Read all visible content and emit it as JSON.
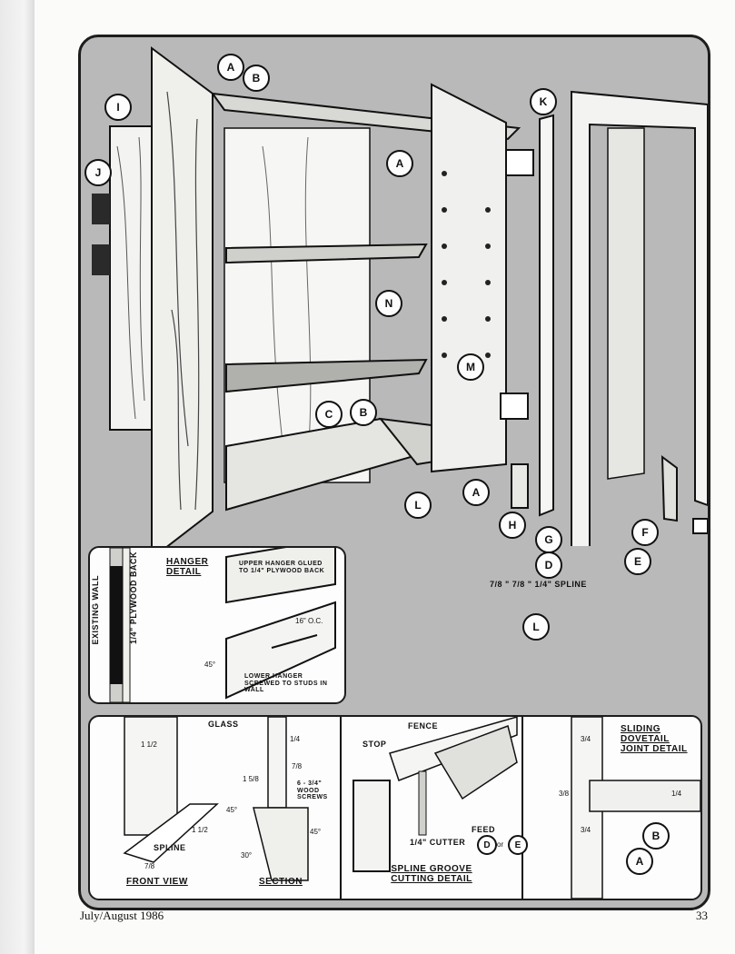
{
  "footer": {
    "issue": "July/August 1986",
    "page_number": "33"
  },
  "callouts": {
    "a": "A",
    "b": "B",
    "i": "I",
    "j": "J",
    "k": "K",
    "n": "N",
    "m": "M",
    "c": "C",
    "b2": "B",
    "l": "L",
    "a2": "A",
    "h": "H",
    "g": "G",
    "d": "D",
    "f": "F",
    "e": "E",
    "l2": "L",
    "a3": "A",
    "b3": "B",
    "de_d": "D",
    "de_or": "or",
    "de_e": "E"
  },
  "hanger": {
    "existing_wall": "EXISTING WALL",
    "plywood": "1/4\" PLYWOOD BACK",
    "title": "HANGER DETAIL",
    "upper": "UPPER HANGER GLUED TO 1/4\" PLYWOOD BACK",
    "oc": "16\" O.C.",
    "angle": "45°",
    "lower": "LOWER HANGER SCREWED TO STUDS IN WALL"
  },
  "spline_label": "7/8 \" 7/8 \" 1/4\" SPLINE",
  "front_view": {
    "dim_top": "1 1/2",
    "dim_side": "1 1/2",
    "spline": "SPLINE",
    "dim_bottom": "7/8",
    "title": "FRONT VIEW"
  },
  "section": {
    "glass": "GLASS",
    "d1": "1/4",
    "d2": "7/8",
    "d3": "1 5/8",
    "screws": "6 - 3/4\" WOOD SCREWS",
    "angle1": "45°",
    "angle2": "45°",
    "angle3": "30°",
    "title": "SECTION"
  },
  "spline_groove": {
    "fence": "FENCE",
    "stop": "STOP",
    "cutter": "1/4\" CUTTER",
    "feed": "FEED",
    "title": "SPLINE GROOVE CUTTING DETAIL"
  },
  "dovetail": {
    "title": "SLIDING DOVETAIL JOINT DETAIL",
    "d1": "3/4",
    "d2": "3/8",
    "d3": "3/4",
    "d4": "1/4"
  }
}
